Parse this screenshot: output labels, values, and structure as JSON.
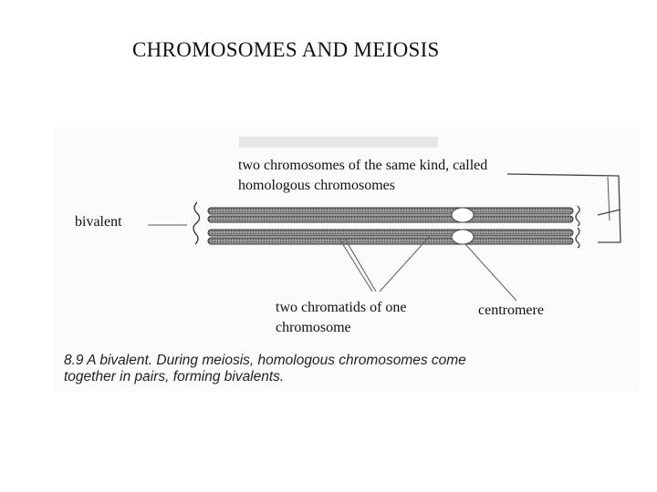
{
  "slide": {
    "title": "CHROMOSOMES AND MEIOSIS"
  },
  "figure": {
    "label_homologous_line1": "two chromosomes of the same kind, called",
    "label_homologous_line2": "homologous chromosomes",
    "label_bivalent": "bivalent",
    "label_chromatids_line1": "two chromatids of one",
    "label_chromatids_line2": "chromosome",
    "label_centromere": "centromere",
    "caption_line1": "8.9   A bivalent. During meiosis, homologous chromosomes come",
    "caption_line2": "together in pairs, forming bivalents."
  },
  "colors": {
    "ink": "#1a1a1a",
    "chromosome_fill": "#8a8a8a",
    "centromere": "#ffffff"
  }
}
